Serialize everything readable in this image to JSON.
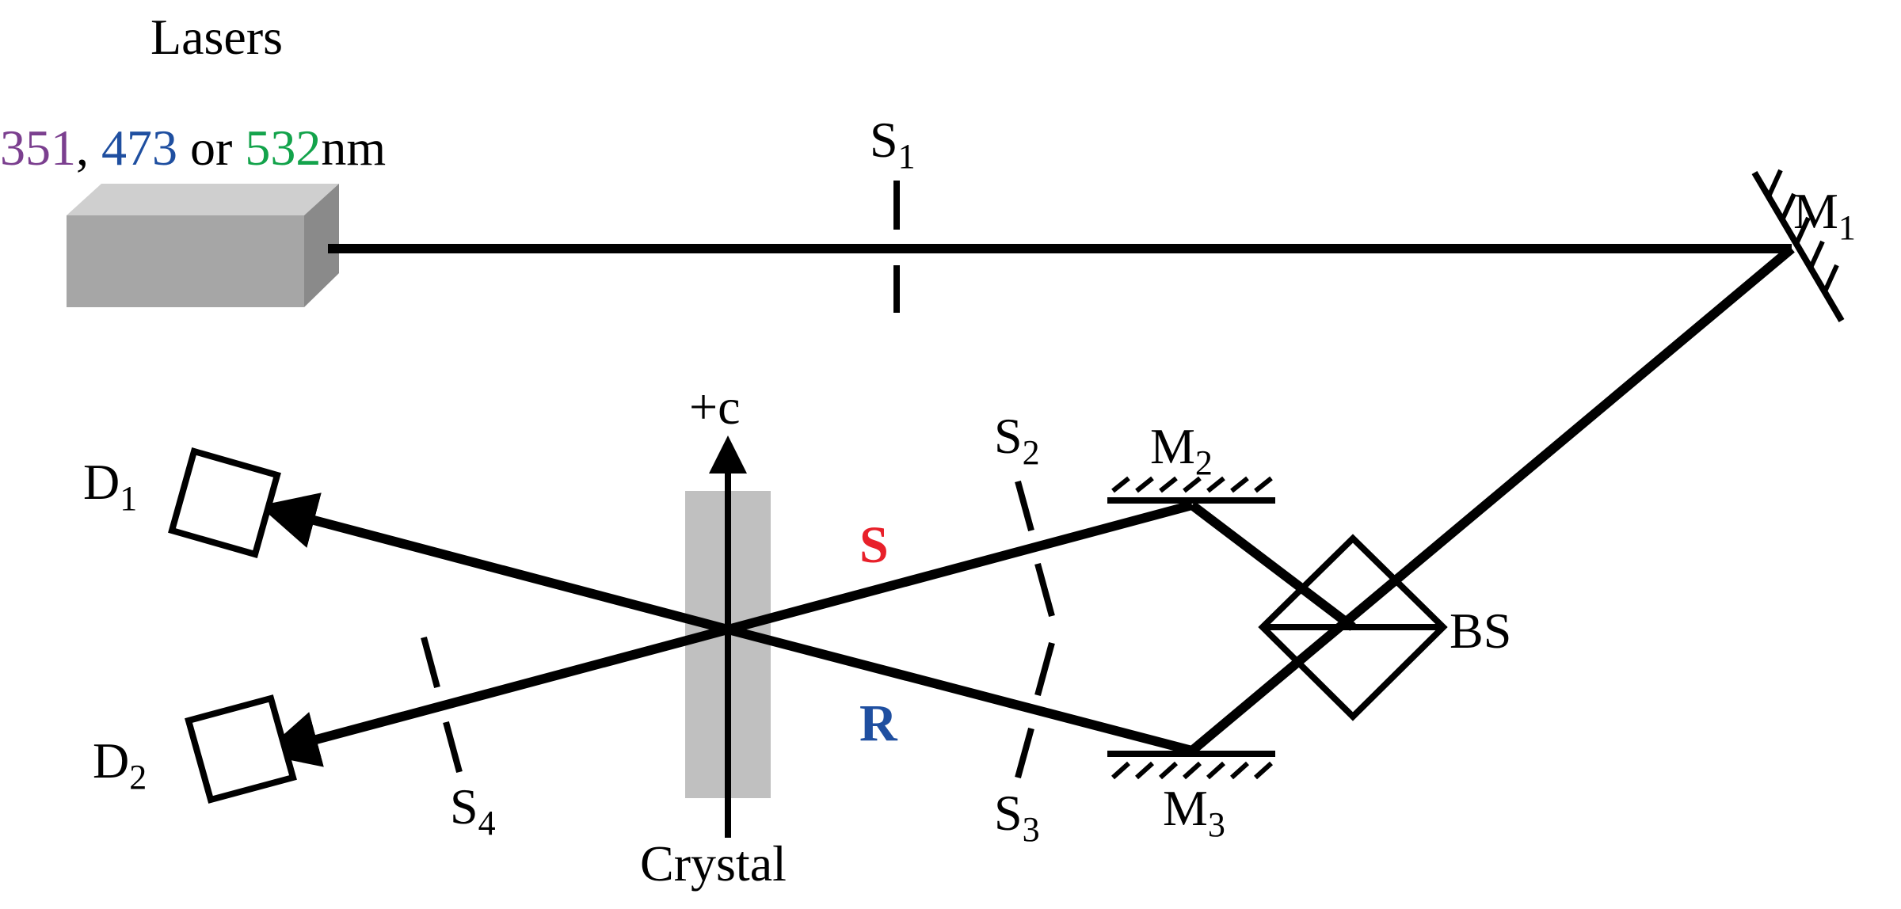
{
  "header": {
    "lasers_label": "Lasers",
    "wavelengths": {
      "w1": "351",
      "sep1": ", ",
      "w2": "473",
      "sep2": " or ",
      "w3": "532",
      "unit": "nm"
    }
  },
  "labels": {
    "S1": {
      "main": "S",
      "sub": "1"
    },
    "S2": {
      "main": "S",
      "sub": "2"
    },
    "S3": {
      "main": "S",
      "sub": "3"
    },
    "S4": {
      "main": "S",
      "sub": "4"
    },
    "M1": {
      "main": "M",
      "sub": "1"
    },
    "M2": {
      "main": "M",
      "sub": "2"
    },
    "M3": {
      "main": "M",
      "sub": "3"
    },
    "D1": {
      "main": "D",
      "sub": "1"
    },
    "D2": {
      "main": "D",
      "sub": "2"
    },
    "BS": "BS",
    "c_axis": "+c",
    "crystal": "Crystal",
    "signal_beam": "S",
    "reference_beam": "R"
  },
  "colors": {
    "w351": "#7b3f8f",
    "w473": "#1f4fa0",
    "w532": "#13a34b",
    "signal": "#e8202a",
    "reference": "#1f4fa0",
    "laser_box": "#a6a6a6",
    "crystal": "#c0c0c0"
  }
}
